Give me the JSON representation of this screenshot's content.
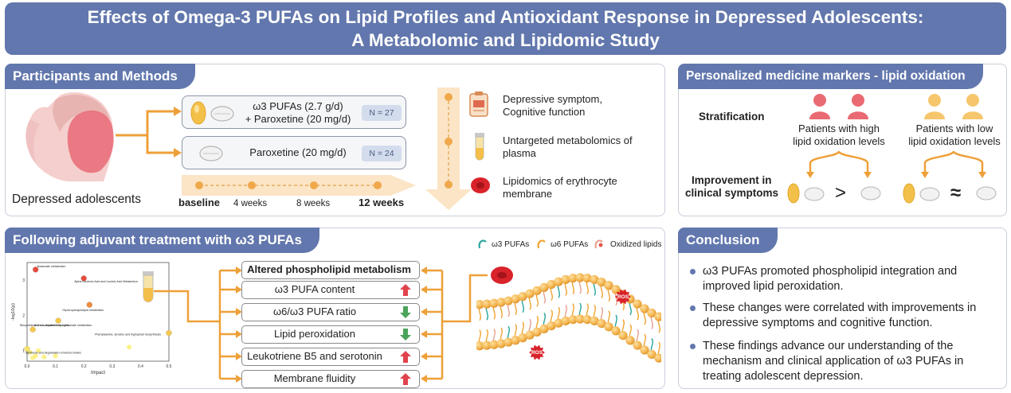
{
  "title": {
    "line1": "Effects of Omega-3 PUFAs on Lipid Profiles and Antioxidant Response in Depressed Adolescents:",
    "line2": "A Metabolomic and Lipidomic Study"
  },
  "methods": {
    "heading": "Participants and Methods",
    "population": "Depressed adolescents",
    "groups": [
      {
        "line1": "ω3 PUFAs (2.7 g/d)",
        "line2": "+ Paroxetine (20 mg/d)",
        "n": "N = 27"
      },
      {
        "line1": "Paroxetine (20 mg/d)",
        "n": "N = 24"
      }
    ],
    "timeline": [
      "baseline",
      "4 weeks",
      "8 weeks",
      "12 weeks"
    ],
    "assessments": [
      {
        "line1": "Depressive symptom,",
        "line2": "Cognitive function"
      },
      {
        "line1": "Untargeted metabolomics of",
        "line2": "plasma"
      },
      {
        "line1": "Lipidomics of erythrocyte",
        "line2": "membrane"
      }
    ]
  },
  "markers": {
    "heading": "Personalized medicine markers - lipid oxidation",
    "stratification": "Stratification",
    "improvement_line1": "Improvement in",
    "improvement_line2": "clinical symptoms",
    "high": {
      "line1": "Patients with high",
      "line2": "lipid oxidation levels",
      "symbol": ">"
    },
    "low": {
      "line1": "Patients with low",
      "line2": "lipid oxidation levels",
      "symbol": "≈"
    }
  },
  "following": {
    "heading": "Following adjuvant treatment with ω3 PUFAs",
    "legend": [
      "ω3 PUFAs",
      "ω6 PUFAs",
      "Oxidized lipids"
    ],
    "ros": "ROS",
    "results": [
      {
        "label": "Altered phospholipid metabolism",
        "dir": "none"
      },
      {
        "label": "ω3 PUFA content",
        "dir": "up"
      },
      {
        "label": "ω6/ω3 PUFA ratio",
        "dir": "down"
      },
      {
        "label": "Lipid peroxidation",
        "dir": "down"
      },
      {
        "label": "Leukotriene B5 and serotonin",
        "dir": "up"
      },
      {
        "label": "Membrane fluidity",
        "dir": "up"
      }
    ],
    "colors": {
      "up": "#e0434d",
      "down": "#4aa35a"
    },
    "plot": {
      "xlabel": "Impact",
      "ylabel": "-log10(p)",
      "xticks": [
        "0.0",
        "0.1",
        "0.2",
        "0.3",
        "0.4",
        "0.5"
      ],
      "yticks": [
        "1",
        "2",
        "3"
      ],
      "pathways": [
        {
          "name": "Butanoate metabolism",
          "impact": 0.03,
          "logp": 3.3
        },
        {
          "name": "Alpha Linolenic Acid and Linoleic Acid Metabolism",
          "impact": 0.2,
          "logp": 3.05
        },
        {
          "name": "Glycerophospholipid metabolism",
          "impact": 0.22,
          "logp": 2.3
        },
        {
          "name": "Alanine, aspartate and glutamate metabolism",
          "impact": 0.11,
          "logp": 1.85
        },
        {
          "name": "Biosynthesis of unsaturated fatty acids",
          "impact": 0.02,
          "logp": 1.6
        },
        {
          "name": "Phenylalanine, tyrosine and tryptophan biosynthesis",
          "impact": 0.5,
          "logp": 1.5
        },
        {
          "name": "Synthesis and degradation of ketone bodies",
          "impact": 0.0,
          "logp": 1.05
        }
      ]
    }
  },
  "conclusion": {
    "heading": "Conclusion",
    "items": [
      {
        "lines": [
          "ω3 PUFAs promoted phospholipid integration and",
          "improved lipid peroxidation."
        ]
      },
      {
        "lines": [
          "These changes were correlated with improvements in",
          "depressive symptoms and cognitive function."
        ]
      },
      {
        "lines": [
          "These findings advance our understanding of the",
          "mechanism and clinical application of ω3 PUFAs in",
          "treating adolescent depression."
        ]
      }
    ]
  }
}
